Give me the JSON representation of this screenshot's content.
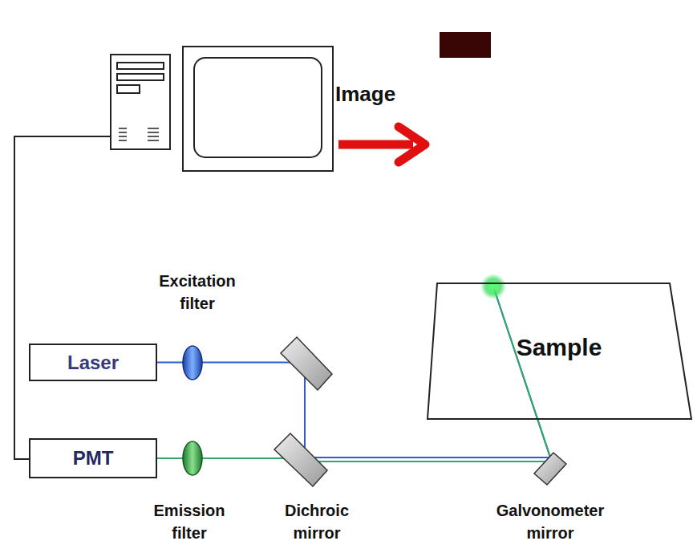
{
  "diagram": {
    "nodes": [
      {
        "text": [
          "Laser"
        ]
      },
      {
        "text": [
          "PMT"
        ]
      },
      {
        "text": [
          "Sample"
        ]
      }
    ],
    "edges": [
      {
        "from": 0,
        "to": 2,
        "arrow": "none"
      },
      {
        "from": 2,
        "to": 1,
        "arrow": "none"
      }
    ],
    "labels": [
      "Image",
      "Excitation filter",
      "Emission filter",
      "Dichroic mirror",
      "Galvonometer mirror"
    ]
  }
}
